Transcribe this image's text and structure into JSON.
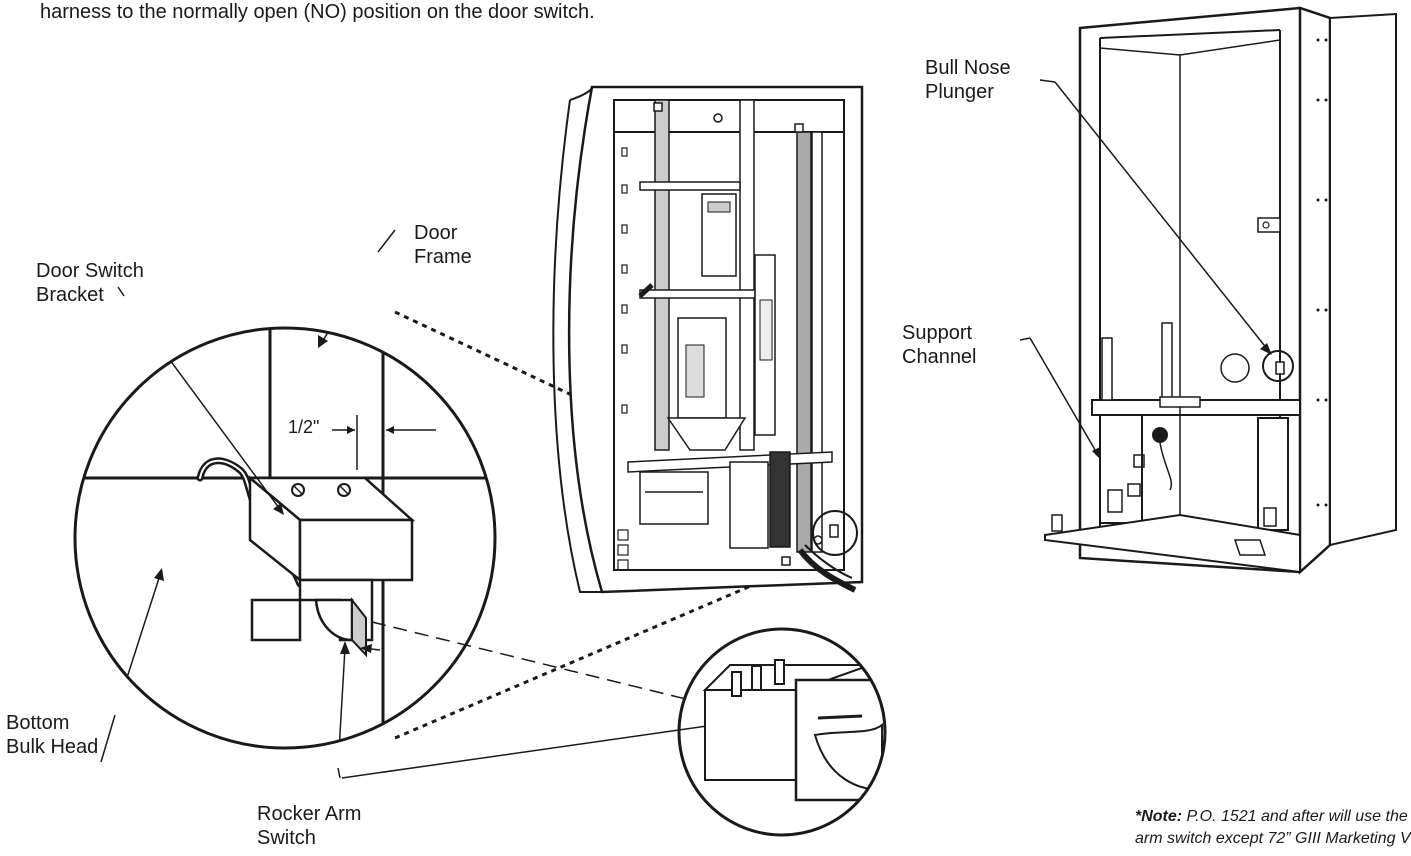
{
  "intro_text": "harness to the normally open (NO) position on the door switch.",
  "labels": {
    "door_frame": [
      "Door",
      "Frame"
    ],
    "door_switch_bracket": [
      "Door Switch",
      "Bracket"
    ],
    "bottom_bulk_head": [
      "Bottom",
      "Bulk Head"
    ],
    "rocker_arm_switch": [
      "Rocker Arm",
      "Switch"
    ],
    "bull_nose_plunger": [
      "Bull Nose",
      "Plunger"
    ],
    "support_channel": [
      "Support",
      "Channel"
    ],
    "dimension": "1/2\""
  },
  "note": {
    "prefix": "*Note:",
    "line1": " P.O. 1521 and after will use the",
    "line2": "arm switch except 72” GIII Marketing V"
  }
}
